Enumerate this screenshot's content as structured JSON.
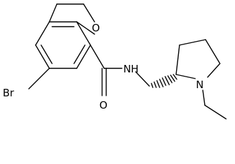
{
  "atoms": {
    "bromine": "Br",
    "furan_oxygen": "O",
    "amide_nitrogen": "N",
    "amide_hydrogen": "H",
    "carbonyl_oxygen": "O",
    "pyrrolidine_nitrogen": "N"
  },
  "colors": {
    "bond": "#000000",
    "label": "#000000",
    "background": "#ffffff"
  }
}
